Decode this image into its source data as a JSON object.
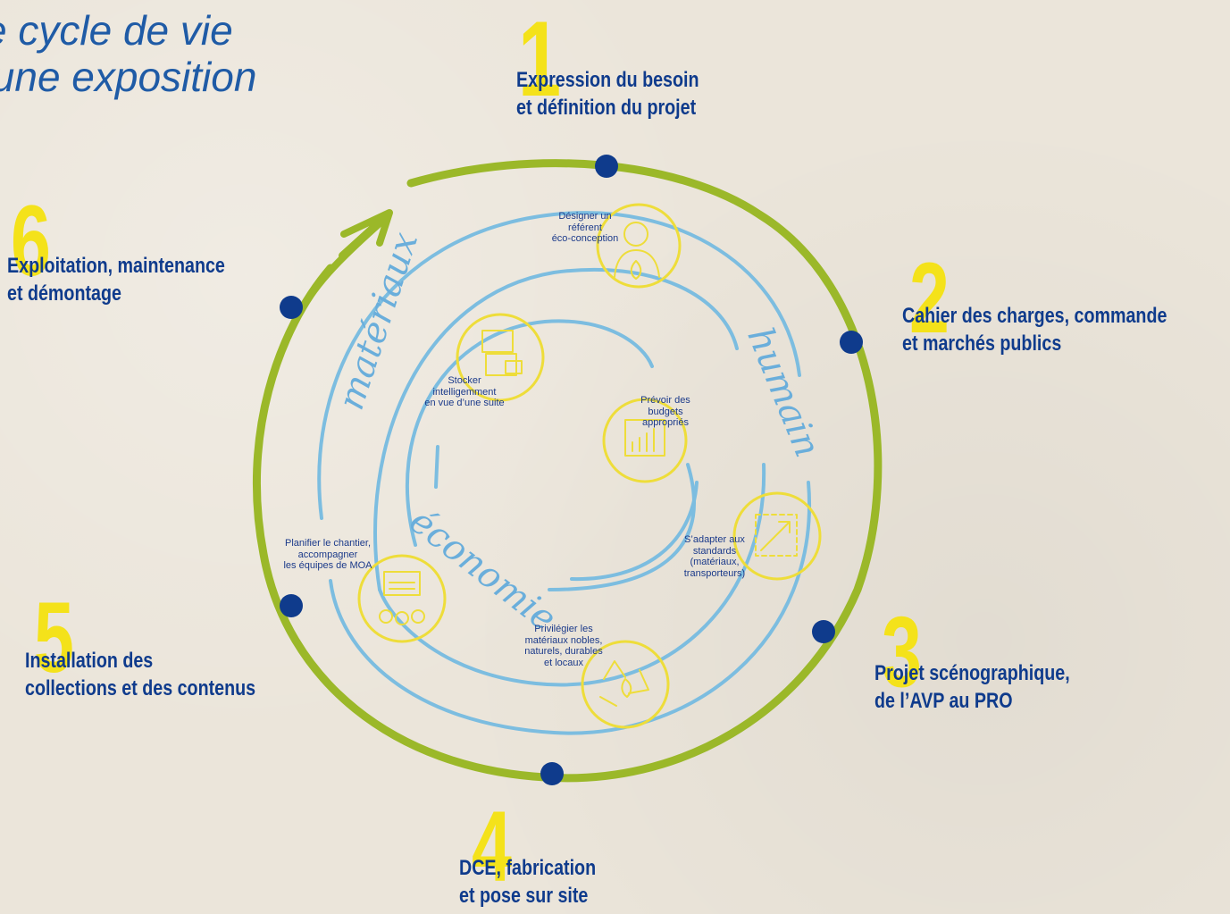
{
  "title": "e cycle de vie\n'une exposition",
  "steps": [
    {
      "number": "1",
      "label": "Expression du besoin\net définition du projet"
    },
    {
      "number": "2",
      "label": "Cahier des charges, commande\net marchés publics"
    },
    {
      "number": "3",
      "label": "Projet scénographique,\nde l’AVP au PRO"
    },
    {
      "number": "4",
      "label": "DCE, fabrication\net pose sur site"
    },
    {
      "number": "5",
      "label": "Installation des\ncollections et des contenus"
    },
    {
      "number": "6",
      "label": "Exploitation, maintenance\net démontage"
    }
  ],
  "actions": [
    {
      "text": "Désigner un\nréférent\néco-conception",
      "icon": "person-leaf-icon"
    },
    {
      "text": "Prévoir des\nbudgets\nappropriés",
      "icon": "budget-chart-icon"
    },
    {
      "text": "S’adapter aux\nstandards\n(matériaux,\ntransporteurs)",
      "icon": "standard-format-icon"
    },
    {
      "text": "Privilégier les\nmatériaux nobles,\nnaturels, durables\net locaux",
      "icon": "recycle-leaf-icon"
    },
    {
      "text": "Planifier le chantier,\naccompagner\nles équipes de MOA",
      "icon": "team-calendar-icon"
    },
    {
      "text": "Stocker\nintelligemment\nen vue d’une suite",
      "icon": "storage-boxes-icon"
    }
  ],
  "themes": {
    "materials": "matériaux",
    "human": "humain",
    "economic": "économie"
  },
  "colors": {
    "cycle": "#9bb829",
    "spiral": "#7cbde0",
    "dot": "#0f3b8c",
    "number": "#f4e21a",
    "label": "#0f3b8c",
    "title": "#1f5ba6",
    "icon_ring": "#eedd3a"
  }
}
